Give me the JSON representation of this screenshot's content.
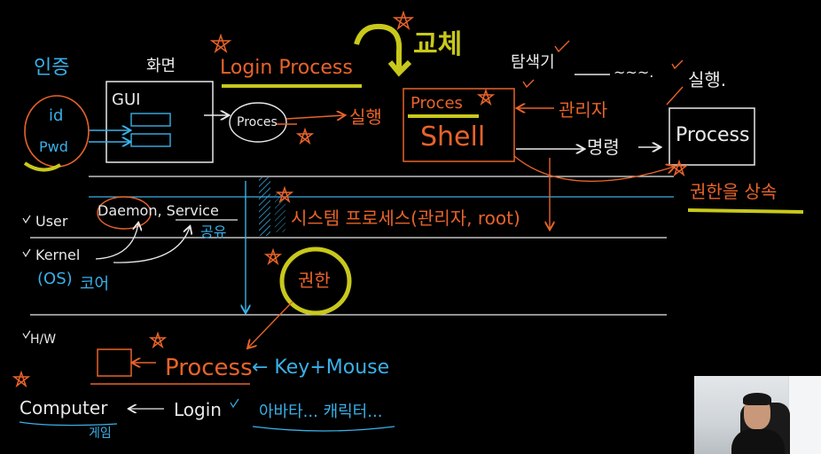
{
  "labels": {
    "auth": "인증",
    "id": "id",
    "pwd": "Pwd",
    "screen": "화면",
    "gui": "GUI",
    "login_process": "Login Process",
    "process_small": "Proces",
    "run_left": "실행",
    "replace": "교체",
    "process_shell_top": "Proces",
    "shell": "Shell",
    "explorer": "탐색기",
    "dash": "~~~.",
    "run_right": "실행.",
    "admin": "관리자",
    "command": "명령",
    "process_right": "Process",
    "inherit_permission": "권한을 상속",
    "user": "User",
    "daemon_service": "Daemon, Service",
    "shared": "공유",
    "system_process": "시스템 프로세스(관리자, root)",
    "kernel": "Kernel",
    "os": "(OS)",
    "core": "코어",
    "permission": "권한",
    "hw": "H/W",
    "process_bottom": "Process",
    "key_mouse": "← Key+Mouse",
    "computer": "Computer",
    "game": "게임",
    "login": "Login",
    "avatar_character": "아바타... 캐릭터..."
  }
}
